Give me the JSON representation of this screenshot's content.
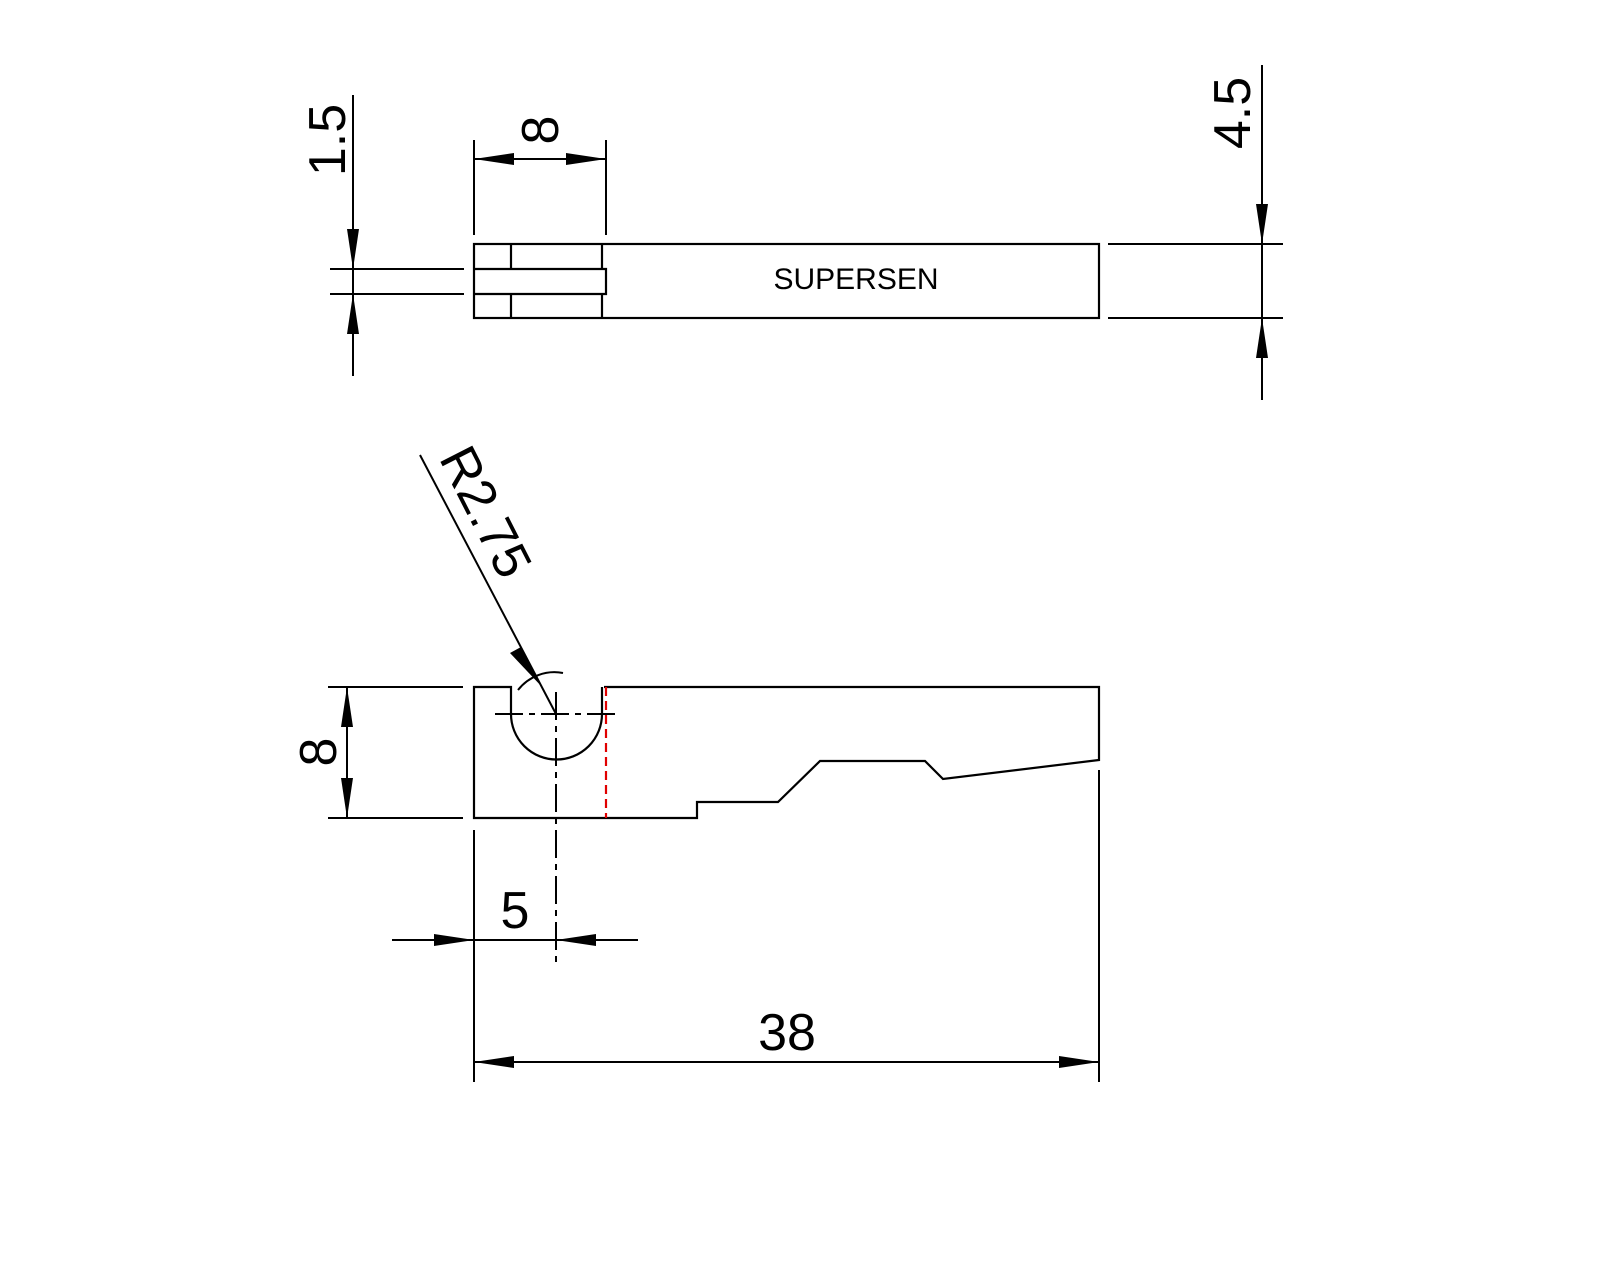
{
  "drawing": {
    "engraving_text": "SUPERSEN",
    "dimensions": {
      "slot_width": "1.5",
      "top_slot_length": "8",
      "thickness": "4.5",
      "radius": "R2.75",
      "height": "8",
      "hole_offset": "5",
      "overall_length": "38"
    },
    "colors": {
      "line": "#000000",
      "hidden_edge": "#e00000"
    }
  }
}
